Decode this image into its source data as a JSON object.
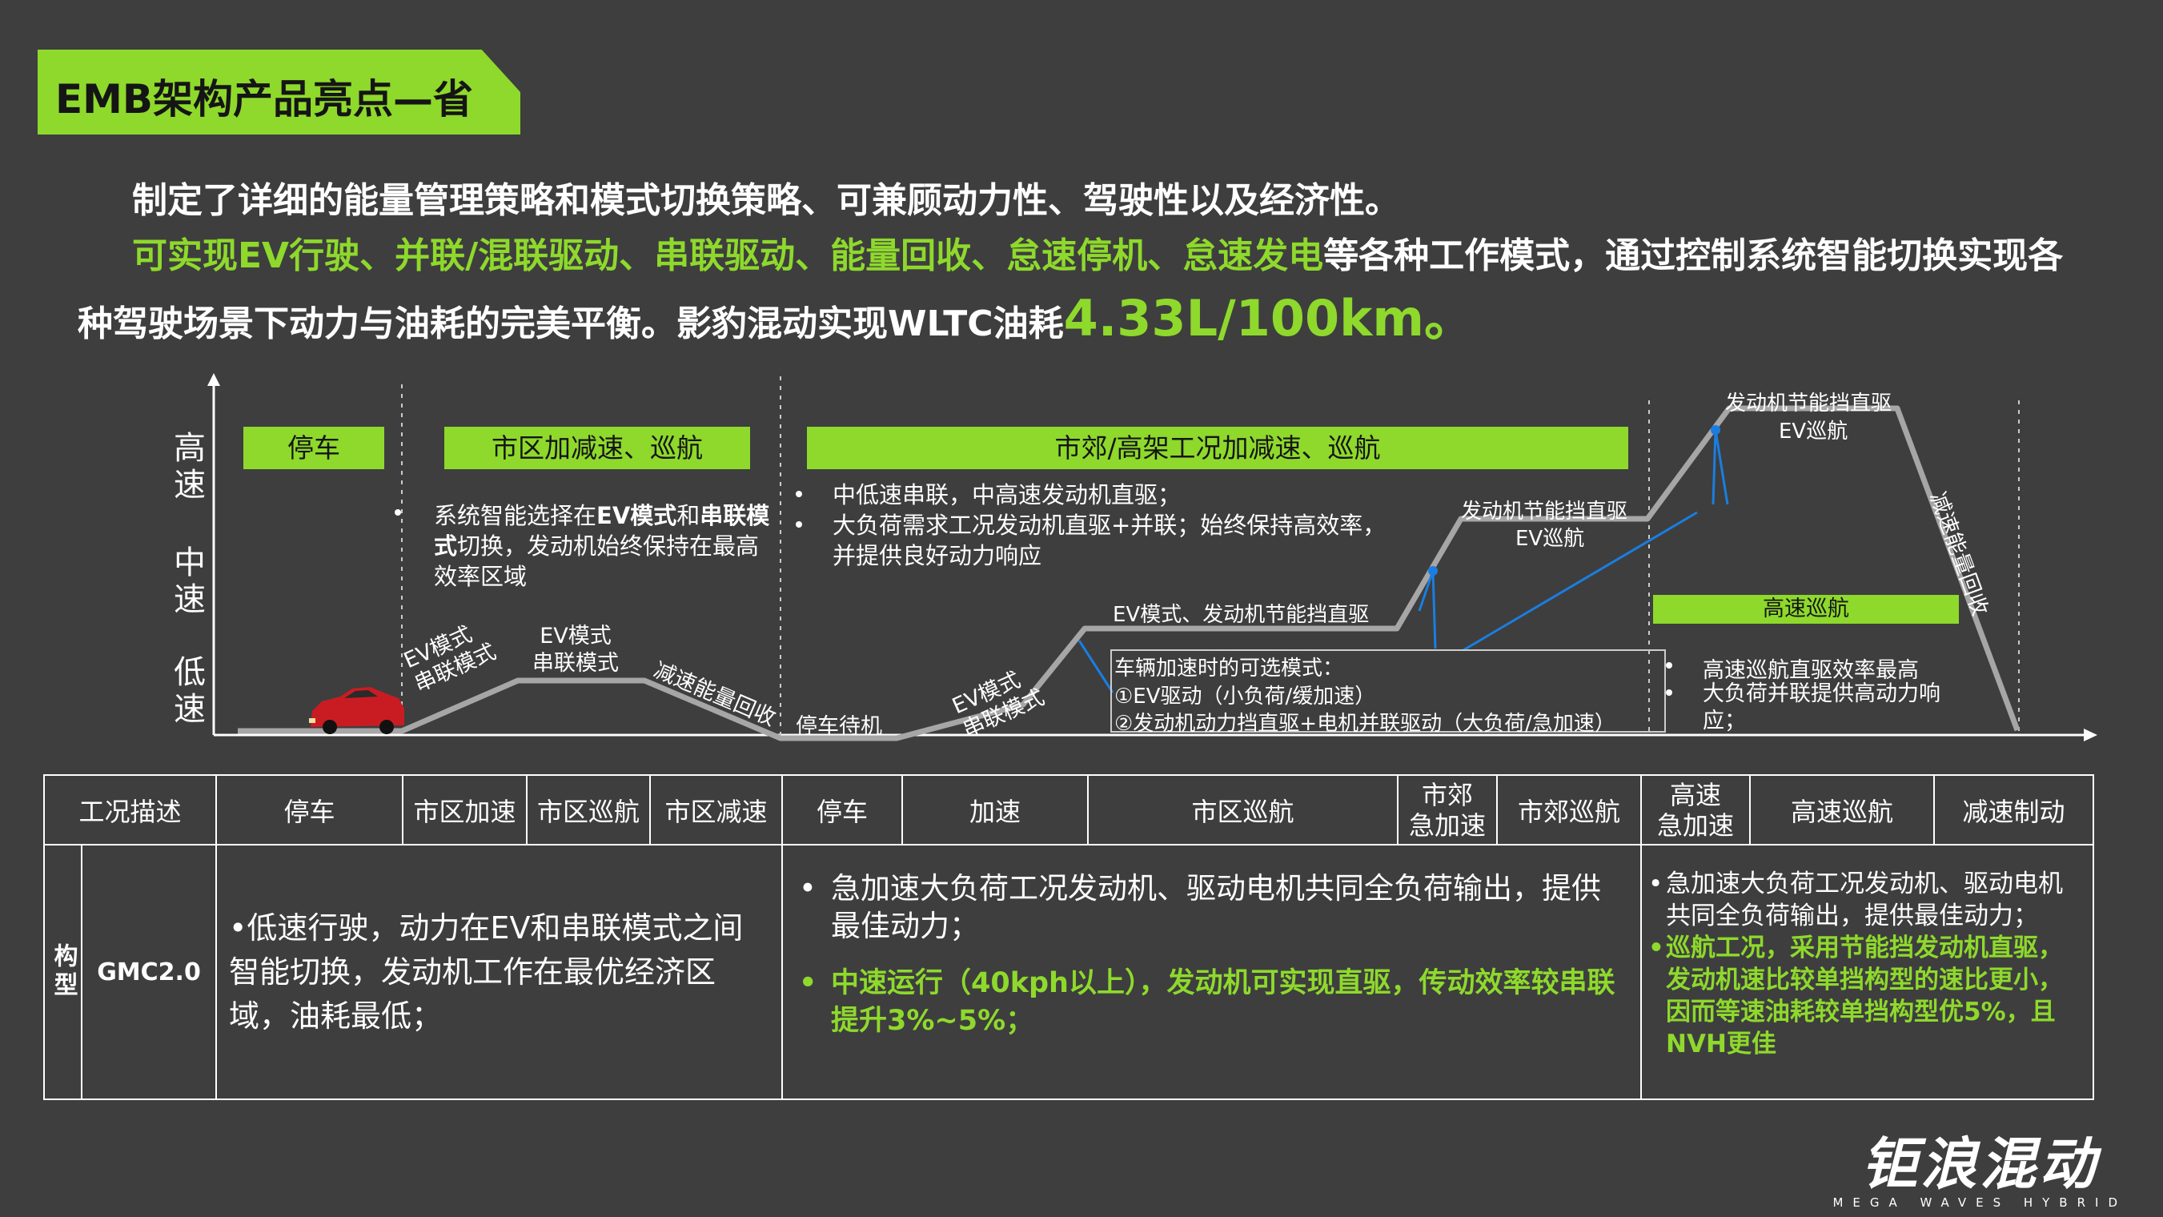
{
  "title": "EMB架构产品亮点—省",
  "intro": {
    "line1": "制定了详细的能量管理策略和模式切换策略、可兼顾动力性、驾驶性以及经济性。",
    "line2_green": "可实现EV行驶、并联/混联驱动、串联驱动、能量回收、怠速停机、怠速发电",
    "line2_rest": "等各种工作模式，通过控制系统智能切换实现各",
    "line3_text": "种驾驶场景下动力与油耗的完美平衡。影豹混动实现WLTC油耗",
    "line3_value": "4.33L/100km。"
  },
  "chart": {
    "speed_labels": [
      "高速",
      "中速",
      "低速"
    ],
    "phases": [
      "停车",
      "市区加减速、巡航",
      "市郊/高架工况加减速、巡航",
      "高速巡航"
    ],
    "city_note": {
      "p1": "系统智能选择在",
      "b1": "EV模式",
      "p2": "和",
      "b2": "串联模式",
      "p3": "切换，发动机始终保持在最高效率区域"
    },
    "suburb_notes": [
      "中低速串联，中高速发动机直驱；",
      "大负荷需求工况发动机直驱+并联；始终保持高效率，并提供良好动力响应"
    ],
    "curve_labels": {
      "ev_series_1": "EV模式\n串联模式",
      "ev_series_2": "EV模式\n串联模式",
      "regen_1": "减速能量回收",
      "idle_stop": "停车待机",
      "ev_series_3": "EV模式\n串联模式",
      "ev_eco_gear": "EV模式、发动机节能挡直驱",
      "eco_gear_1": "发动机节能挡直驱",
      "ev_cruise_1": "EV巡航",
      "eco_gear_2": "发动机节能挡直驱",
      "ev_cruise_2": "EV巡航",
      "regen_2": "减速能量回收"
    },
    "accel_modes": {
      "title": "车辆加速时的可选模式：",
      "m1": "①EV驱动（小负荷/缓加速）",
      "m2": "②发动机动力挡直驱+电机并联驱动（大负荷/急加速）"
    },
    "highway_notes": [
      "高速巡航直驱效率最高",
      "大负荷并联提供高动力响应；"
    ]
  },
  "table": {
    "headers": [
      "工况描述",
      "停车",
      "市区加速",
      "市区巡航",
      "市区减速",
      "停车",
      "加速",
      "市区巡航",
      "市郊\n急加速",
      "市郊巡航",
      "高速\n急加速",
      "高速巡航",
      "减速制动"
    ],
    "row_label": "构型",
    "model": "GMC2.0",
    "city_text": "•低速行驶，动力在EV和串联模式之间智能切换，发动机工作在最优经济区域，油耗最低；",
    "suburb_text1": "急加速大负荷工况发动机、驱动电机共同全负荷输出，提供最佳动力；",
    "suburb_text2": "中速运行（40kph以上），发动机可实现直驱，传动效率较串联提升3%~5%；",
    "hw_text1": "急加速大负荷工况发动机、驱动电机共同全负荷输出，提供最佳动力；",
    "hw_text2": "巡航工况，采用节能挡发动机直驱，发动机速比较单挡构型的速比更小，因而等速油耗较单挡构型优5%，且NVH更佳"
  },
  "logo": {
    "main": "钜浪混动",
    "sub": "MEGA WAVES HYBRID"
  },
  "colors": {
    "background": "#3e3e3e",
    "accent_green": "#8ed92c",
    "curve_gray": "#a6a6a6",
    "path_blue": "#1a7ee0"
  }
}
